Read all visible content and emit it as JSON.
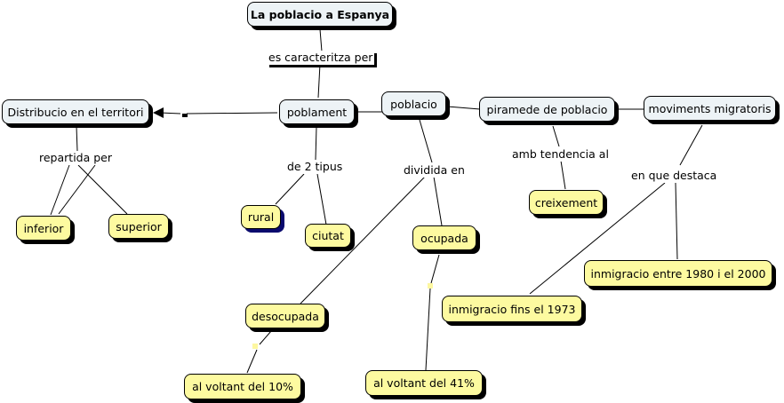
{
  "diagram": {
    "title": "La poblacio a Espanya",
    "colors": {
      "main_concept": "#edf3f6",
      "sub_concept": "#fdfaa0",
      "line": "#000000",
      "rural_shadow": "#0a0a6e"
    },
    "concepts": {
      "root": "La poblacio a Espanya",
      "poblament": "poblament",
      "poblacio": "poblacio",
      "distribucio": "Distribucio en el territori",
      "piramede": "piramede de poblacio",
      "moviments": "moviments migratoris",
      "inferior": "inferior",
      "superior": "superior",
      "rural": "rural",
      "ciutat": "ciutat",
      "ocupada": "ocupada",
      "desocupada": "desocupada",
      "creixement": "creixement",
      "inmig_1980": "inmigracio entre 1980 i el 2000",
      "inmig_1973": "inmigracio fins el 1973",
      "voltant_10": "al voltant del 10%",
      "voltant_41": "al voltant del 41%"
    },
    "linking_phrases": {
      "es_caracteritza": "es caracteritza per",
      "repartida": "repartida per",
      "de_2_tipus": "de 2 tipus",
      "dividida": "dividida en",
      "amb_tendencia": "amb tendencia al",
      "en_que_destaca": "en que destaca"
    }
  }
}
